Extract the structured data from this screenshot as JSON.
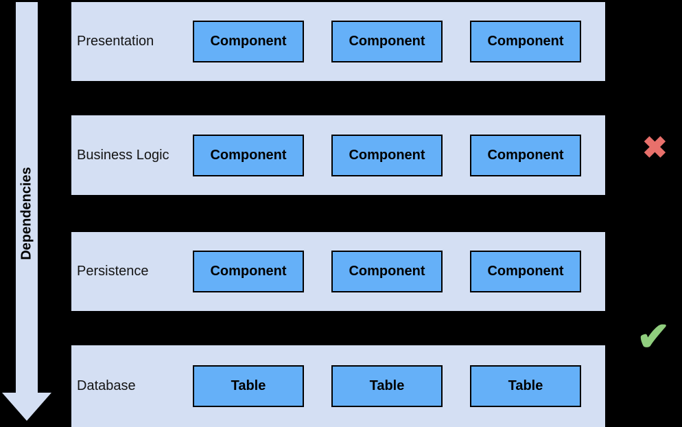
{
  "diagram": {
    "arrow": {
      "label": "Dependencies",
      "direction": "down"
    },
    "layers": [
      {
        "name": "Presentation",
        "boxes": [
          "Component",
          "Component",
          "Component"
        ]
      },
      {
        "name": "Business Logic",
        "boxes": [
          "Component",
          "Component",
          "Component"
        ]
      },
      {
        "name": "Persistence",
        "boxes": [
          "Component",
          "Component",
          "Component"
        ]
      },
      {
        "name": "Database",
        "boxes": [
          "Table",
          "Table",
          "Table"
        ]
      }
    ],
    "annotations": [
      {
        "icon": "cross-icon",
        "symbol": "✖",
        "color": "#e8706b",
        "target_layer": "Business Logic"
      },
      {
        "icon": "check-icon",
        "symbol": "✔",
        "color": "#90ce7e",
        "target_layer": "Database"
      }
    ],
    "colors": {
      "background": "#000000",
      "layer_fill": "#d4dff3",
      "arrow_fill": "#d4dff3",
      "node_fill": "#65b0f8",
      "node_border": "#000000",
      "cross": "#e8706b",
      "check": "#90ce7e",
      "text": "#000000"
    }
  }
}
